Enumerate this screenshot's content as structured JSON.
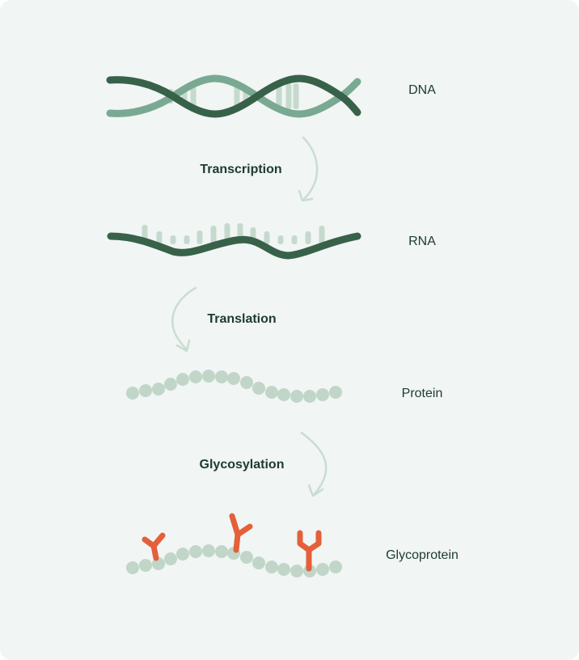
{
  "stages": {
    "dna": "DNA",
    "rna": "RNA",
    "protein": "Protein",
    "glycoprotein": "Glycoprotein"
  },
  "steps": {
    "transcription": "Transcription",
    "translation": "Translation",
    "glycosylation": "Glycosylation"
  },
  "colors": {
    "background": "#f1f5f4",
    "strand_dark": "#386149",
    "strand_light": "#7aa993",
    "base_pairs": "#c5dacd",
    "amino_acid": "#c1d6c8",
    "arrow": "#c9ddd1",
    "sugar": "#e3603a",
    "text": "#1d3b2f"
  },
  "icons": {
    "arrow": "curved-arrow-icon",
    "sugar": "y-shaped-glycan-icon"
  }
}
